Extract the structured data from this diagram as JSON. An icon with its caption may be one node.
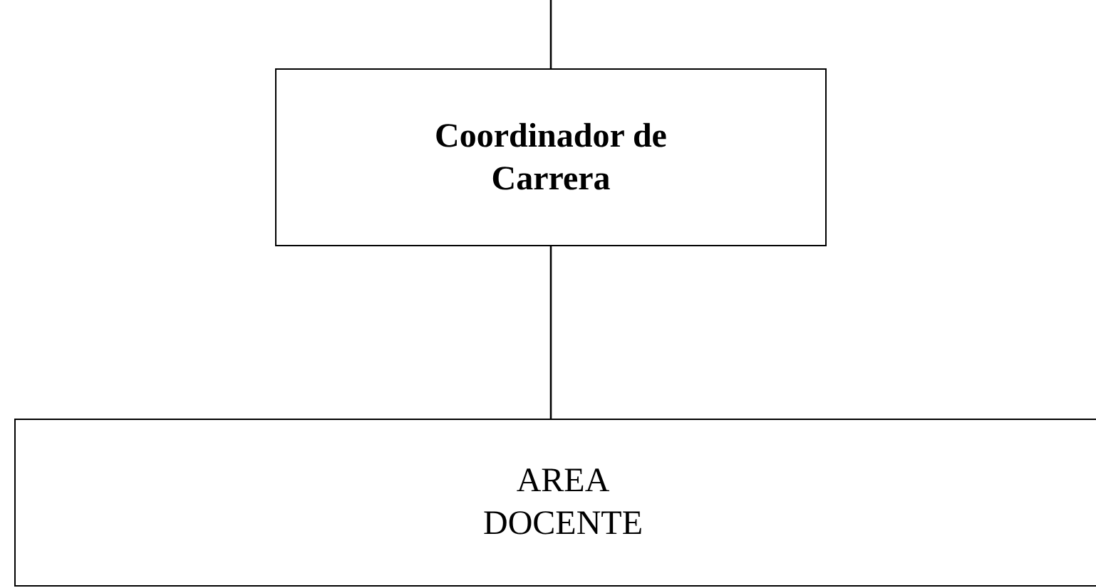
{
  "diagram": {
    "nodes": [
      {
        "text": [
          "Coordinador de Carrera"
        ]
      },
      {
        "text": [
          "AREA DOCENTE"
        ]
      }
    ],
    "edges": [
      {
        "from": null,
        "to": 0,
        "arrow": "none"
      },
      {
        "from": 0,
        "to": 1,
        "arrow": "none"
      }
    ]
  }
}
